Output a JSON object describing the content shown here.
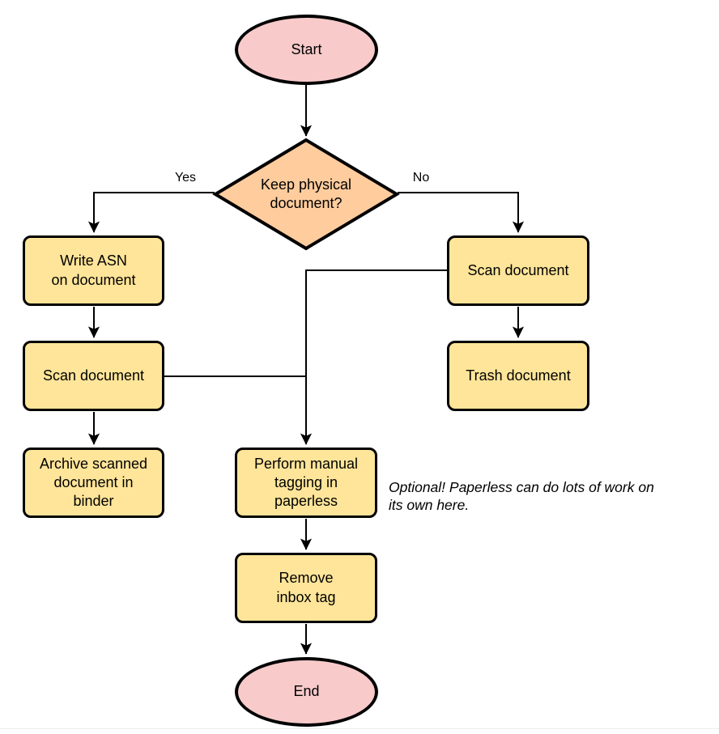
{
  "colors": {
    "pink": "#f8caca",
    "orange": "#ffcc9e",
    "yellow": "#ffe599",
    "stroke": "#000000",
    "edge": "#ececec"
  },
  "flowchart": {
    "start": "Start",
    "decision": "Keep physical\ndocument?",
    "yes_label": "Yes",
    "no_label": "No",
    "write_asn": "Write ASN\non document",
    "scan_left": "Scan document",
    "archive": "Archive scanned\ndocument in\nbinder",
    "scan_right": "Scan document",
    "trash": "Trash document",
    "tagging": "Perform manual\ntagging in\npaperless",
    "remove_inbox": "Remove\ninbox tag",
    "end": "End",
    "note": "Optional! Paperless can do lots of work on\nits own here."
  }
}
